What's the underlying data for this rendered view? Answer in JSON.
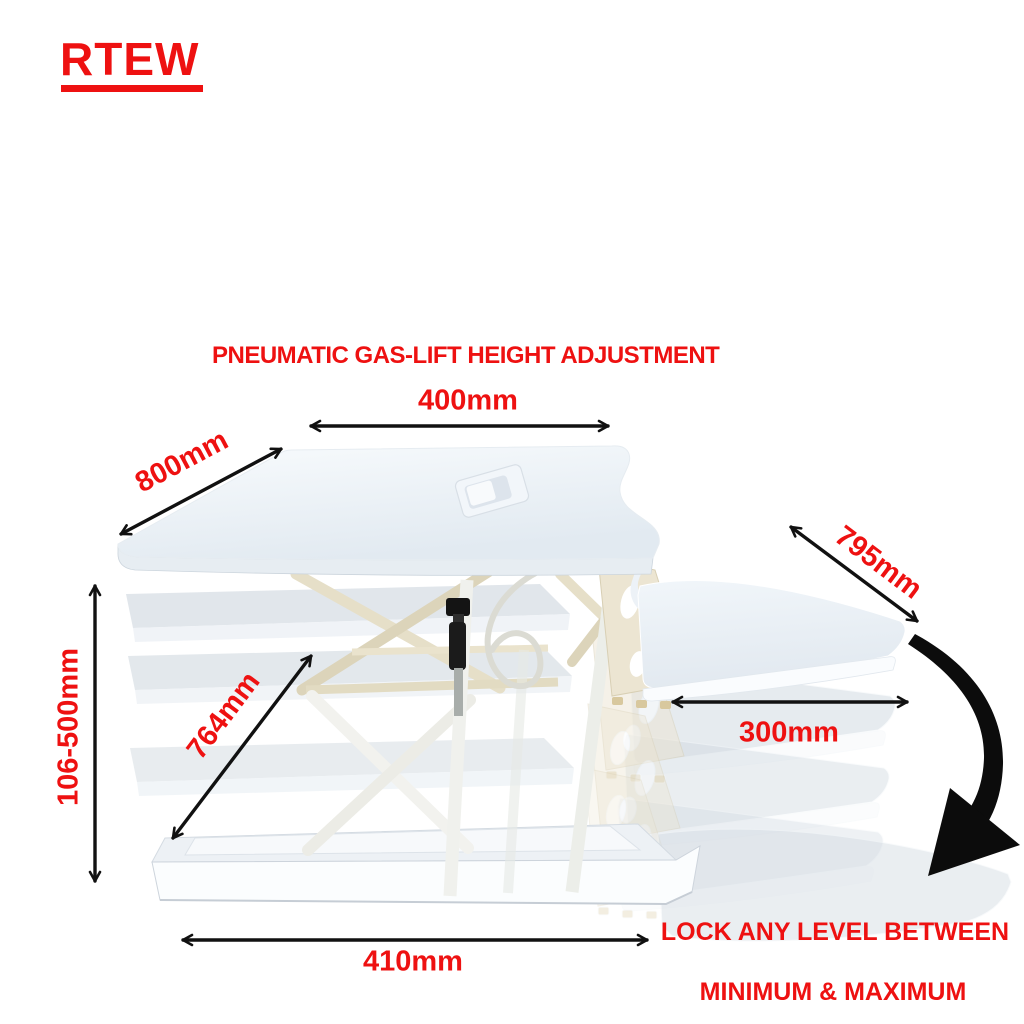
{
  "brand": {
    "name": "RTEW"
  },
  "title": "PNEUMATIC GAS-LIFT HEIGHT ADJUSTMENT",
  "dimensions": {
    "top_surface_width": "400mm",
    "top_surface_depth": "800mm",
    "keyboard_shelf_width": "795mm",
    "height_range": "106-500mm",
    "lift_arm_length": "764mm",
    "keyboard_shelf_depth": "300mm",
    "base_width": "410mm"
  },
  "footer": {
    "line1": "LOCK ANY LEVEL BETWEEN",
    "line2": "MINIMUM & MAXIMUM"
  },
  "icons": {
    "dimension_arrow": "double-headed-arrow",
    "motion_arrow": "curved-down-arrow"
  },
  "colors": {
    "accent_red": "#EE1111",
    "arrow_black": "#111111",
    "desk_surface": "#ECF2F7",
    "ghost_grey": "#C8D1DA",
    "frame_cream": "#E6DFC8"
  }
}
